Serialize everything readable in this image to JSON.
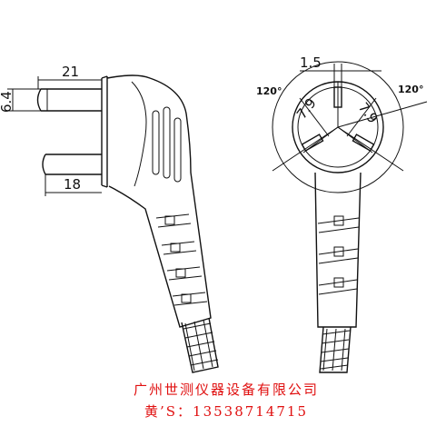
{
  "side_view": {
    "dim_width_top": "21",
    "dim_height": "6.4",
    "dim_width_bottom": "18"
  },
  "front_view": {
    "dim_pin_width": "1.5",
    "dim_left_pin": "7.9",
    "dim_right_pin": "7.9",
    "angle_left": "120°",
    "angle_right": "120°"
  },
  "caption": {
    "company": "广州世测仪器设备有限公司",
    "contact": "黄’S：13538714715"
  },
  "colors": {
    "line": "#111111",
    "caption": "#e01010"
  }
}
